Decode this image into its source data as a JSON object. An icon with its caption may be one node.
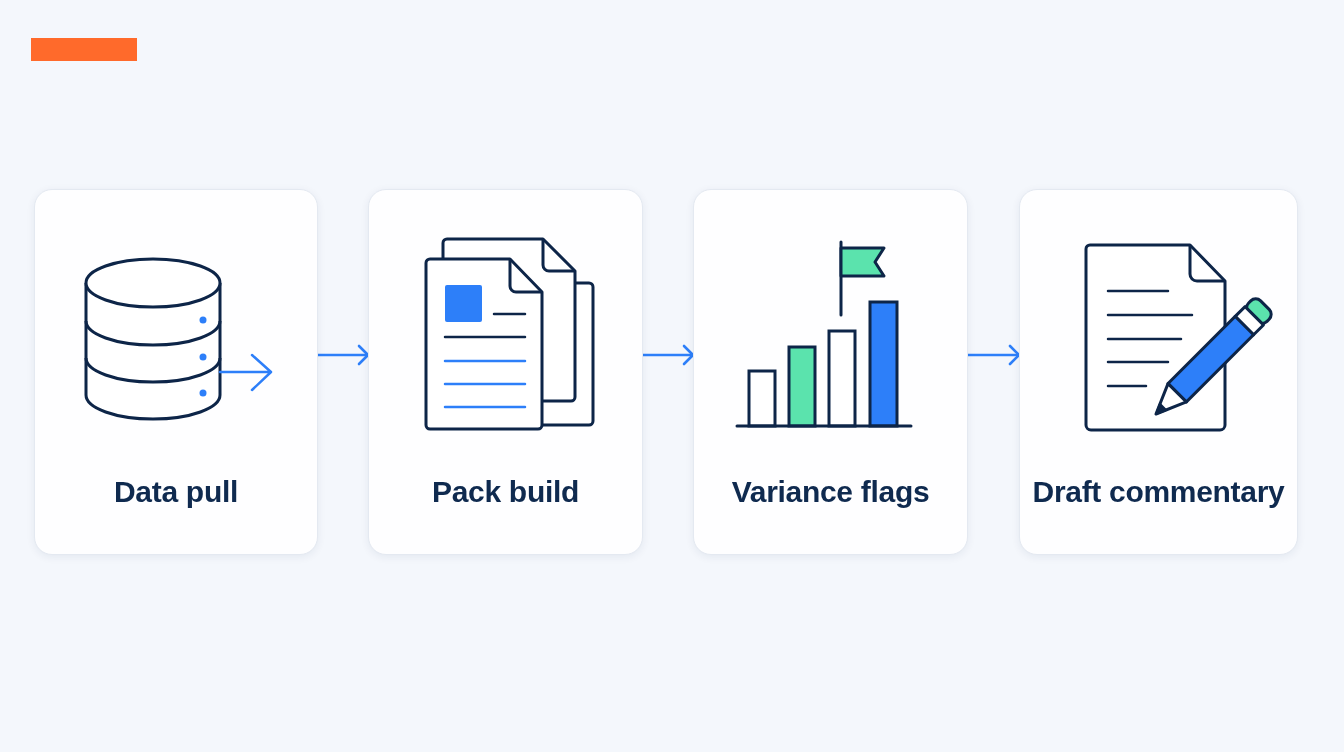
{
  "diagram": {
    "nodes": [
      {
        "text": [
          "Data pull"
        ]
      },
      {
        "text": [
          "Pack build"
        ]
      },
      {
        "text": [
          "Variance flags"
        ]
      },
      {
        "text": [
          "Draft commentary"
        ]
      }
    ],
    "edges": [
      {
        "from": 0,
        "to": 1,
        "arrow": "to"
      },
      {
        "from": 1,
        "to": 2,
        "arrow": "to"
      },
      {
        "from": 2,
        "to": 3,
        "arrow": "to"
      }
    ]
  }
}
